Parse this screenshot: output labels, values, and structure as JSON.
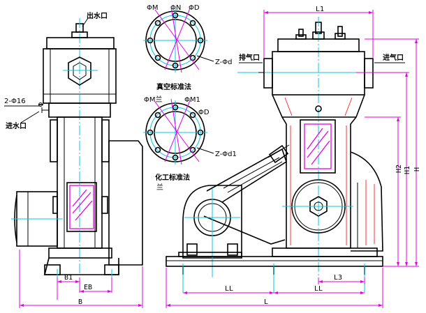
{
  "labels": {
    "water_out": "出水口",
    "water_in": "进水口",
    "hole_2x": "2-Φ16",
    "exhaust": "排气口",
    "intake": "进气口",
    "vacuum_std": "真空标准法",
    "chem_std": "化工标准法",
    "chem_std_tail": "兰"
  },
  "flange_labels": {
    "top_left": "ΦM",
    "top_mid": "ΦN",
    "top_right": "ΦD",
    "top_bolts": "Z-Φd",
    "bot_left": "ΦM兰",
    "bot_mid": "ΦM1",
    "bot_right": "ΦD",
    "bot_bolts": "Z-Φd1"
  },
  "dimensions": {
    "B1": "B1",
    "EB": "EB",
    "B": "B",
    "L1": "L1",
    "LL_left": "LL",
    "LL_right": "LL",
    "L3": "L3",
    "L": "L",
    "H": "H",
    "H1": "H1",
    "H2": "H2"
  },
  "colors": {
    "outline": "#000000",
    "centerline": "#00c8e6",
    "dimension": "#e600e6",
    "hatch": "#ff3030"
  }
}
